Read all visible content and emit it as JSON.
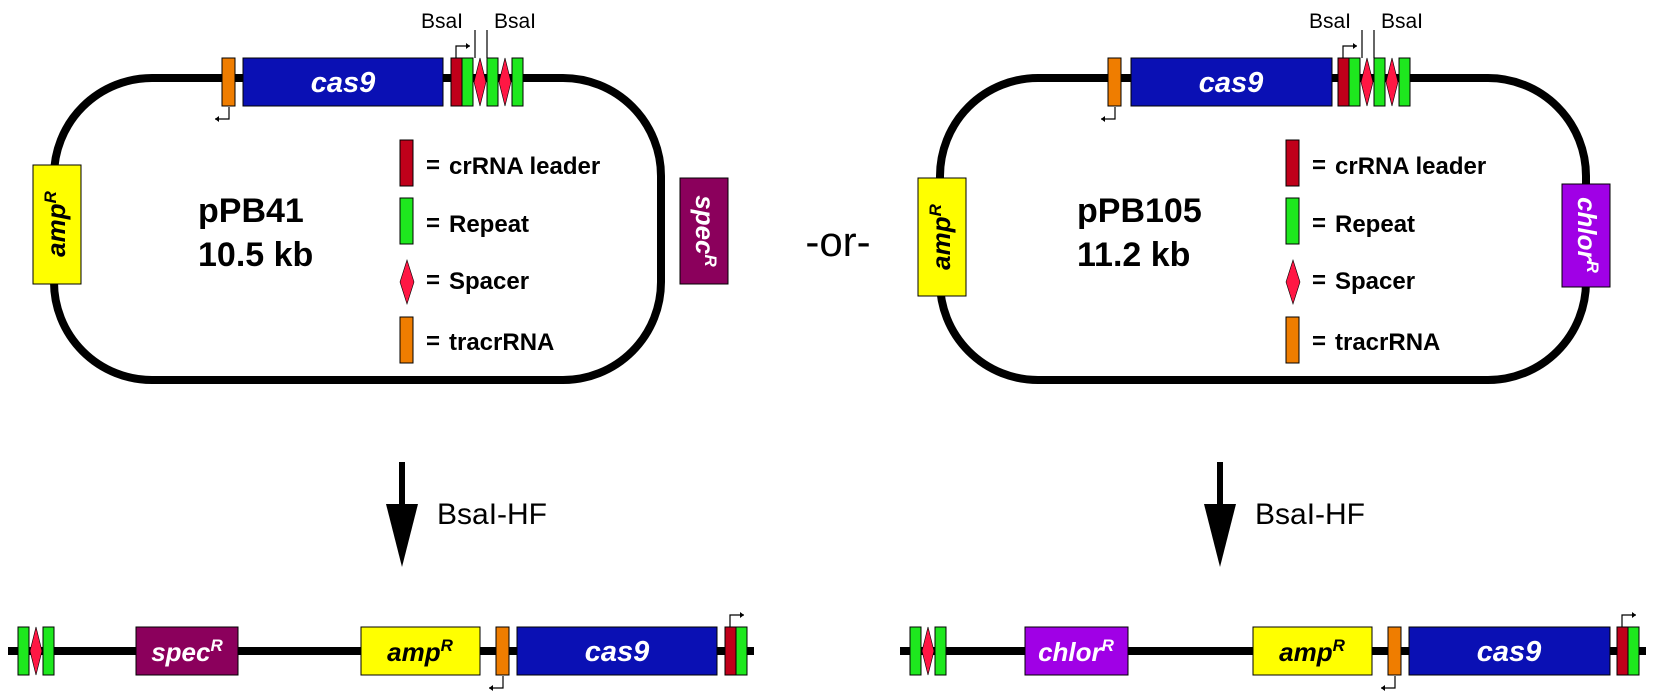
{
  "separator": "-or-",
  "colors": {
    "crRNA_leader": "#c0001a",
    "repeat": "#1ee81e",
    "spacer": "#ff1744",
    "tracrRNA": "#ef7d00",
    "cas9": "#0a10b4",
    "ampR": "#ffff00",
    "specR": "#8b005c",
    "chlorR": "#a000e6",
    "backbone": "#000000"
  },
  "left": {
    "plasmid_name": "pPB41",
    "plasmid_size": "10.5 kb",
    "cas9_label": "cas9",
    "amp_label": "amp",
    "amp_sup": "R",
    "resistance_label": "spec",
    "resistance_sup": "R",
    "site1": "BsaI",
    "site2": "BsaI",
    "enzyme": "BsaI-HF",
    "legend": [
      {
        "label": "crRNA leader",
        "eq": "="
      },
      {
        "label": "Repeat",
        "eq": "="
      },
      {
        "label": "Spacer",
        "eq": "="
      },
      {
        "label": "tracrRNA",
        "eq": "="
      }
    ]
  },
  "right": {
    "plasmid_name": "pPB105",
    "plasmid_size": "11.2 kb",
    "cas9_label": "cas9",
    "amp_label": "amp",
    "amp_sup": "R",
    "resistance_label": "chlor",
    "resistance_sup": "R",
    "site1": "BsaI",
    "site2": "BsaI",
    "enzyme": "BsaI-HF",
    "legend": [
      {
        "label": "crRNA leader",
        "eq": "="
      },
      {
        "label": "Repeat",
        "eq": "="
      },
      {
        "label": "Spacer",
        "eq": "="
      },
      {
        "label": "tracrRNA",
        "eq": "="
      }
    ]
  }
}
